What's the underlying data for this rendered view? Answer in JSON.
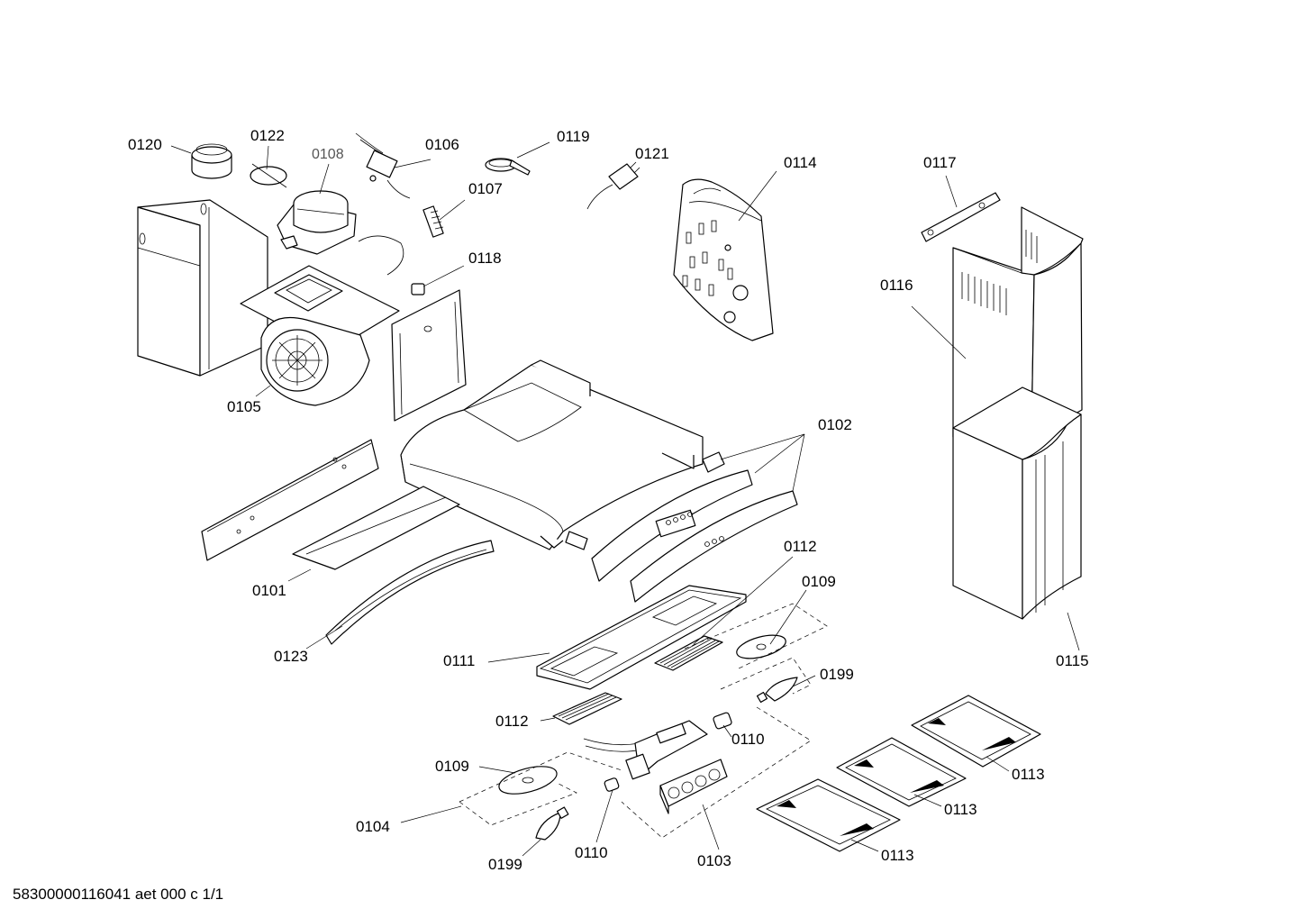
{
  "labels": {
    "p0120": "0120",
    "p0122": "0122",
    "p0108": "0108",
    "p0106": "0106",
    "p0107": "0107",
    "p0119": "0119",
    "p0121": "0121",
    "p0114": "0114",
    "p0117": "0117",
    "p0116": "0116",
    "p0118": "0118",
    "p0105": "0105",
    "p0102": "0102",
    "p0101": "0101",
    "p0112a": "0112",
    "p0109a": "0109",
    "p0123": "0123",
    "p0111": "0111",
    "p0199a": "0199",
    "p0115": "0115",
    "p0112b": "0112",
    "p0110a": "0110",
    "p0109b": "0109",
    "p0113a": "0113",
    "p0113b": "0113",
    "p0104": "0104",
    "p0110b": "0110",
    "p0113c": "0113",
    "p0103": "0103",
    "p0199b": "0199"
  },
  "footer": "58300000116041 aet 000 c 1/1"
}
